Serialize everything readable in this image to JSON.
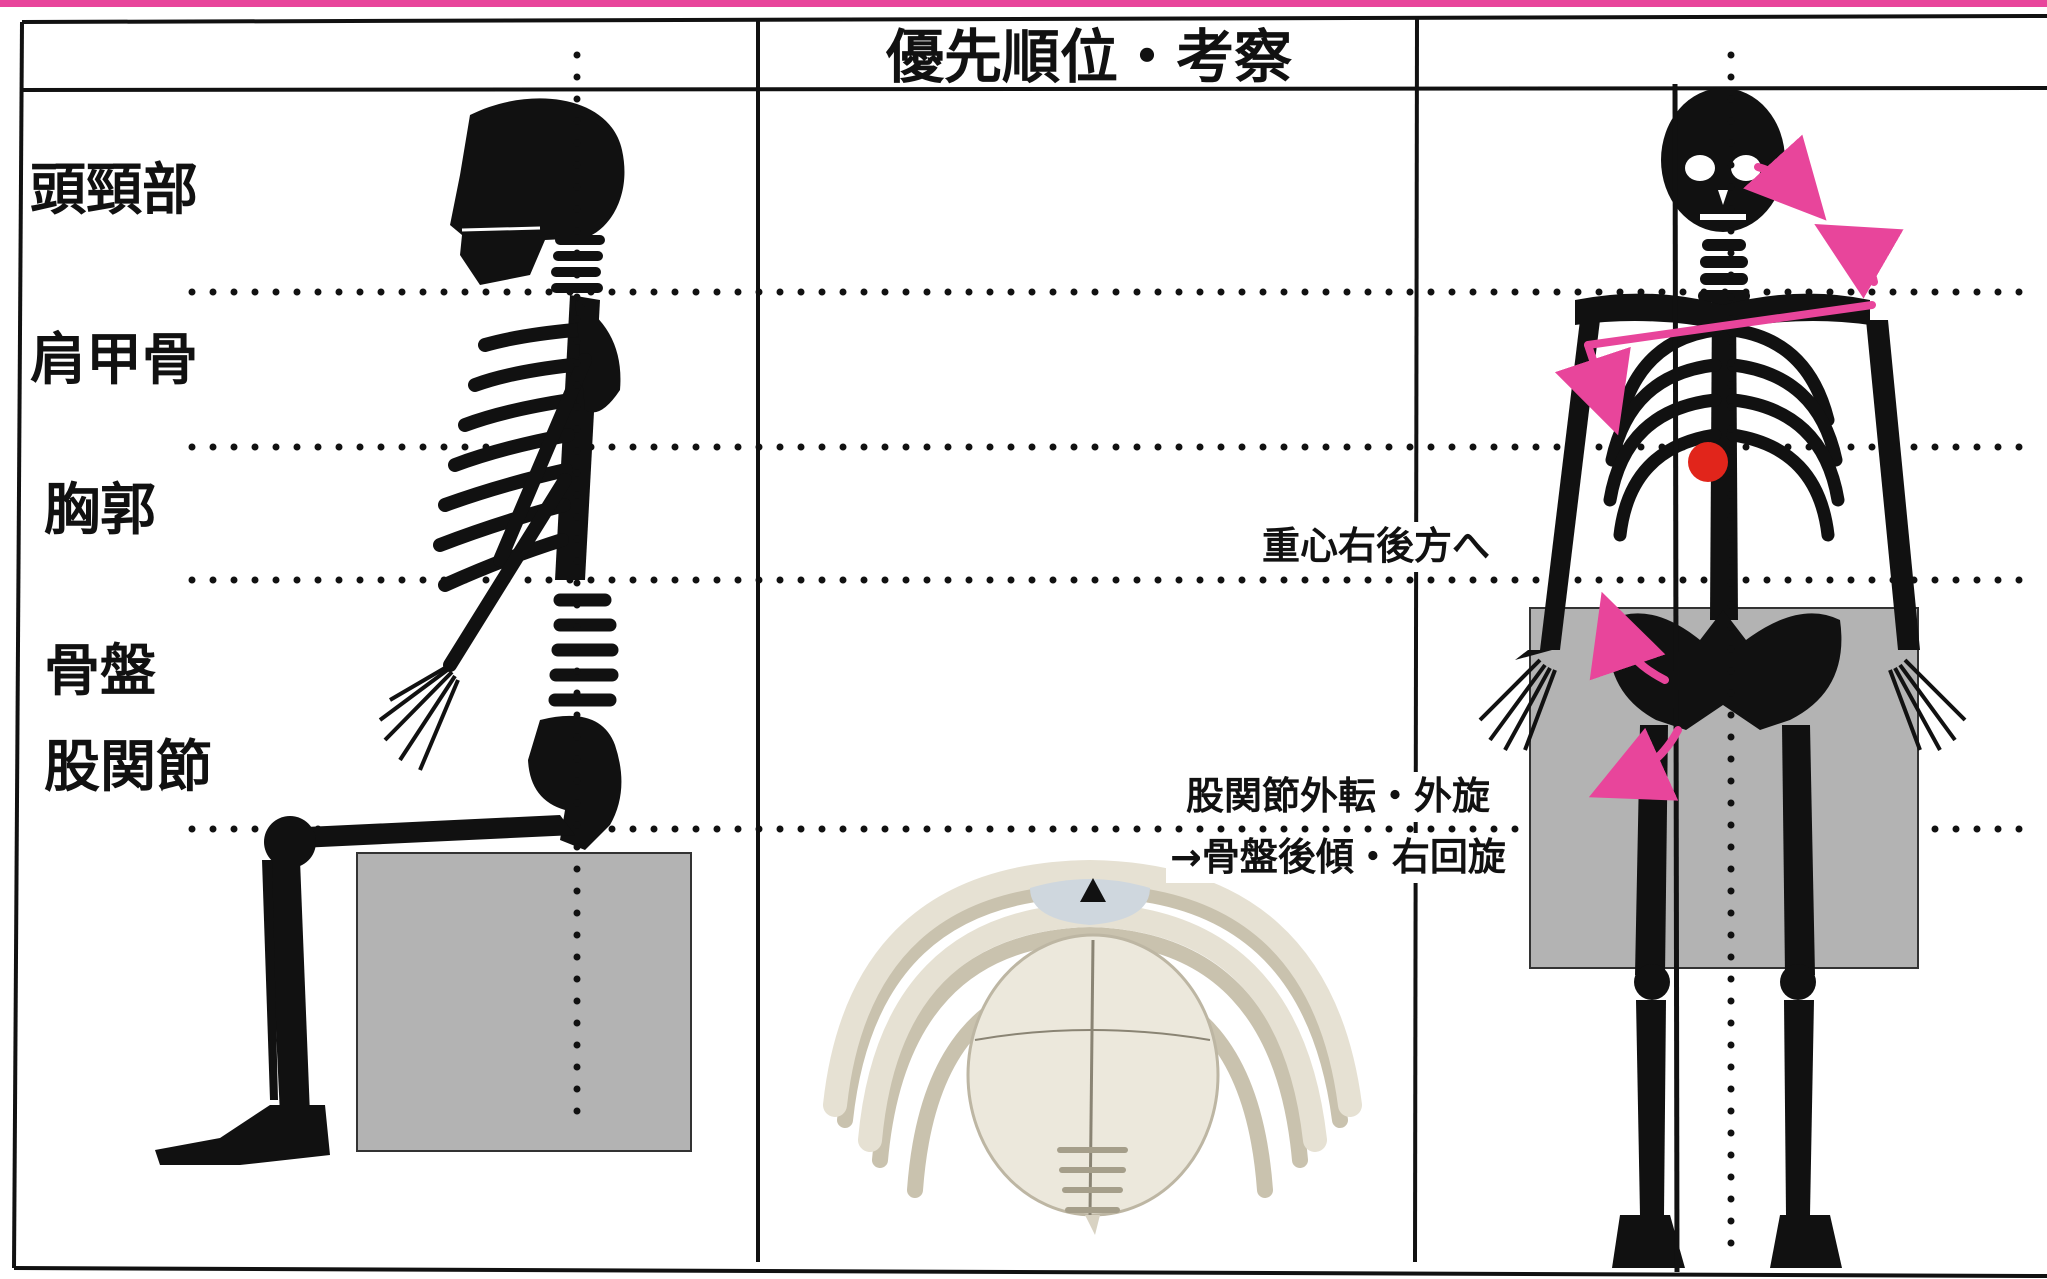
{
  "header": {
    "title": "優先順位・考察"
  },
  "regions": {
    "head_neck": "頭頸部",
    "scapula": "肩甲骨",
    "thorax": "胸郭",
    "pelvis": "骨盤",
    "hip_joint": "股関節"
  },
  "annotations": {
    "center_of_gravity": "重心右後方へ",
    "hip_line1": "股関節外転・外旋",
    "hip_line2": "→骨盤後傾・右回旋"
  },
  "colors": {
    "accent": "#e8459b",
    "marker": "#e1251b",
    "bone": "#111111",
    "seat": "#b3b3b3",
    "spine_model": "#e6e1d3"
  }
}
